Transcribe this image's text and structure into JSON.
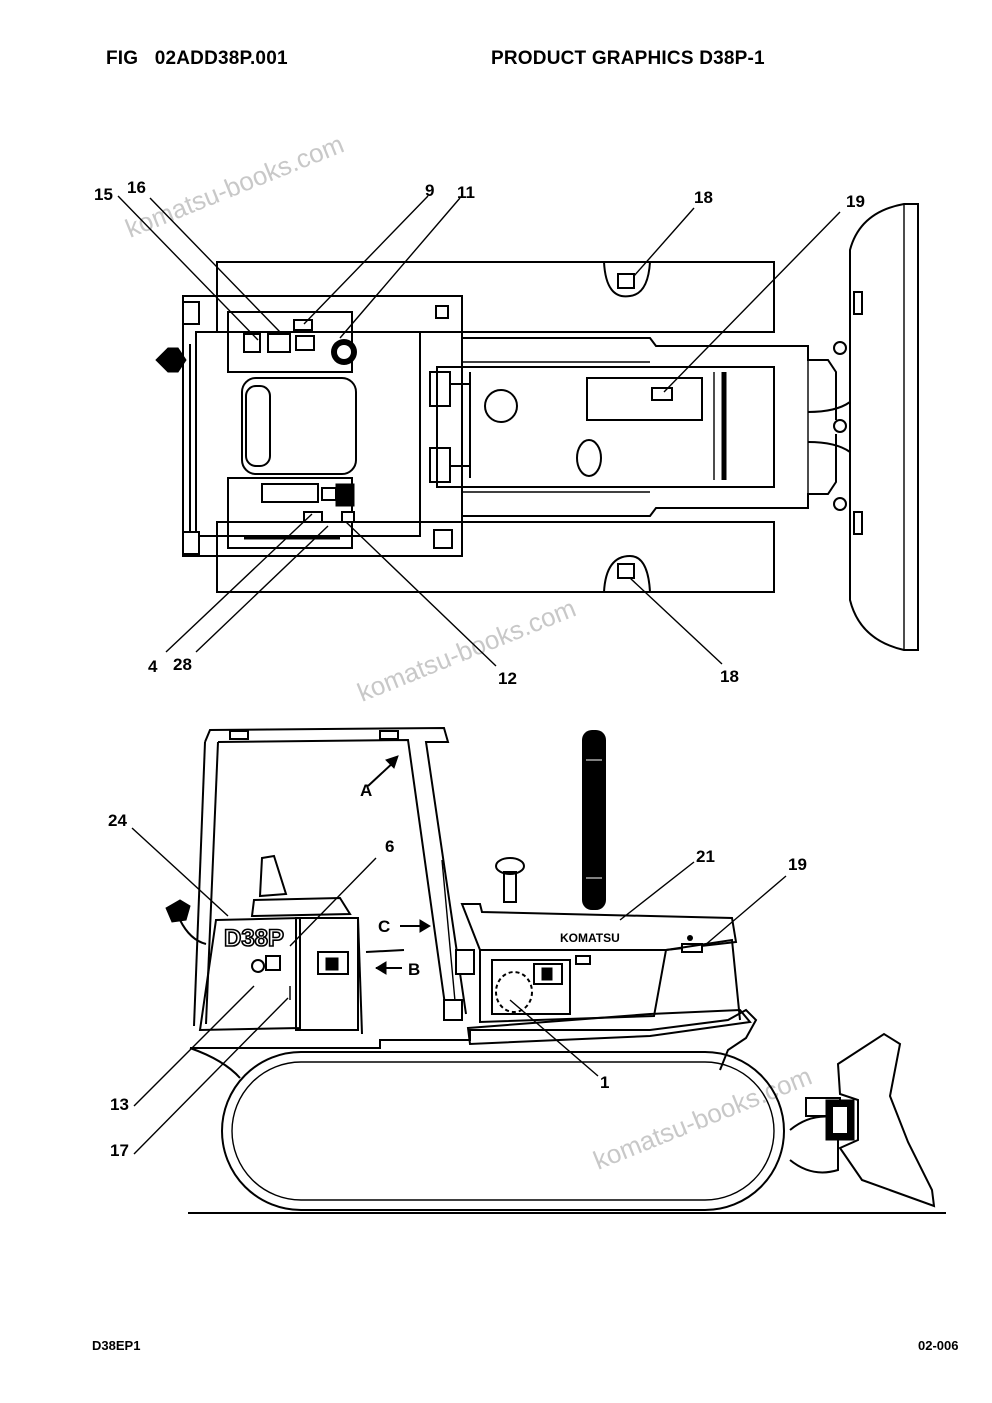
{
  "header": {
    "fig_label": "FIG",
    "fig_code": "02ADD38P.001",
    "title": "PRODUCT GRAPHICS D38P-1"
  },
  "footer": {
    "left_code": "D38EP1",
    "page_number": "02-006"
  },
  "watermark": "komatsu-books.com",
  "decals": {
    "model_badge": "D38P",
    "brand_badge": "KOMATSU"
  },
  "view_markers": {
    "a": "A",
    "b": "B",
    "c": "C"
  },
  "top_view_callouts": [
    "15",
    "16",
    "9",
    "11",
    "18",
    "19",
    "4",
    "28",
    "12",
    "18"
  ],
  "side_view_callouts": [
    "24",
    "6",
    "21",
    "19",
    "13",
    "17",
    "1"
  ]
}
